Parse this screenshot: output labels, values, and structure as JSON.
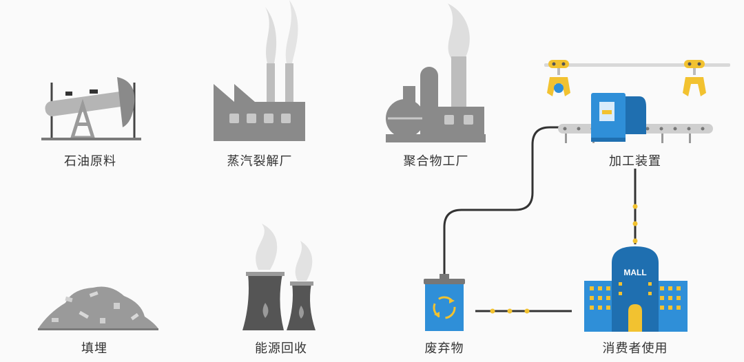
{
  "nodes": {
    "crude_oil": {
      "label": "石油原料"
    },
    "steam_cracker": {
      "label": "蒸汽裂解厂"
    },
    "polymer_plant": {
      "label": "聚合物工厂"
    },
    "processing": {
      "label": "加工装置"
    },
    "landfill": {
      "label": "填埋"
    },
    "energy_recovery": {
      "label": "能源回收"
    },
    "waste": {
      "label": "废弃物"
    },
    "consumer": {
      "label": "消费者使用",
      "sign": "MALL"
    }
  },
  "colors": {
    "industry_gray": "#8a8a8a",
    "dark_gray": "#555555",
    "smoke": "#dcdcdc",
    "blue": "#2f8fd8",
    "blue_dark": "#1f6fb0",
    "accent_yellow": "#f2c230",
    "connector": "#333333"
  }
}
